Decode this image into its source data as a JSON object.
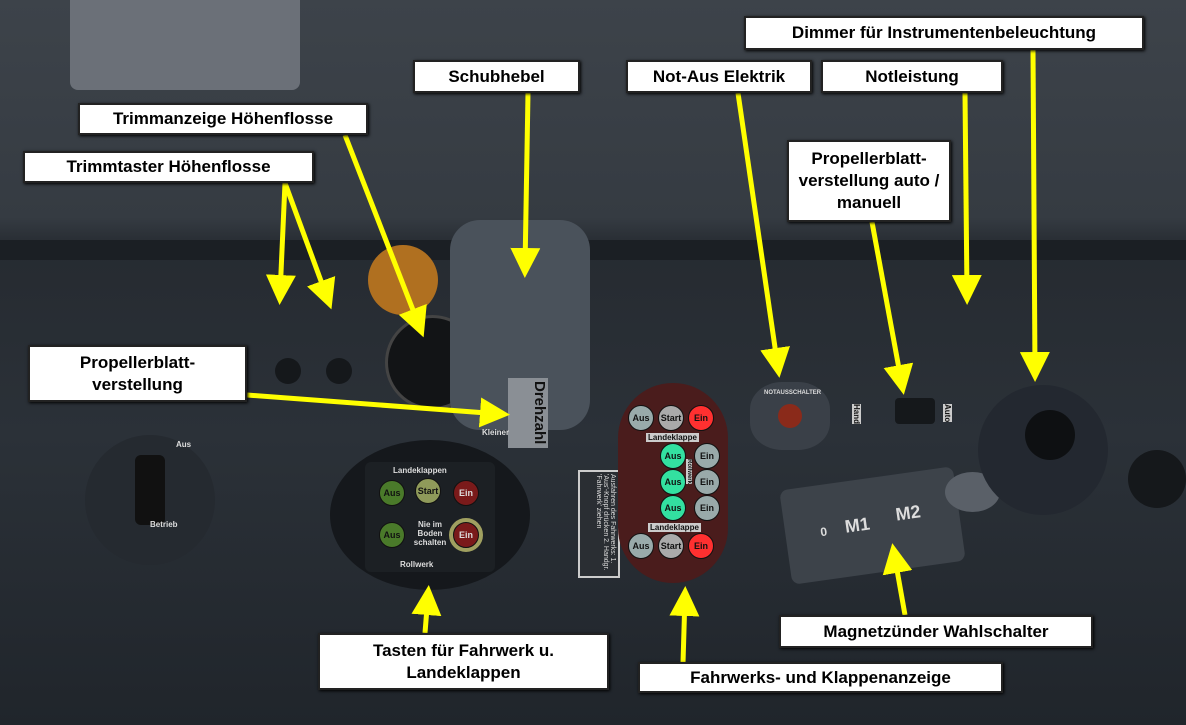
{
  "labels": {
    "dimmer": "Dimmer für Instrumentenbeleuchtung",
    "notleistung": "Notleistung",
    "not_aus": "Not-Aus Elektrik",
    "schubhebel": "Schubhebel",
    "trimmanzeige": "Trimmanzeige Höhenflosse",
    "trimmtaster": "Trimmtaster Höhenflosse",
    "prop_auto": "Propellerblatt-verstellung auto / manuell",
    "prop": "Propellerblatt-verstellung",
    "tasten": "Tasten für Fahrwerk u. Landeklappen",
    "anzeige": "Fahrwerks- und Klappenanzeige",
    "magnet": "Magnetzünder Wahlschalter"
  },
  "panel_left": {
    "title": "Landeklappen",
    "aus": "Aus",
    "start": "Start",
    "ein": "Ein",
    "aus2": "Aus",
    "warn": "Nie im Boden schalten",
    "ein2": "Ein",
    "footer": "Rollwerk"
  },
  "panel_indicator": {
    "aus": "Aus",
    "start": "Start",
    "ein": "Ein",
    "landeklappe": "Landeklappe",
    "rollwerk": "Rollwerk",
    "a1": "Aus",
    "a2": "Aus",
    "a3": "Aus",
    "e1": "Ein",
    "e2": "Ein",
    "e3": "Ein",
    "landeklappe2": "Landeklappe",
    "aus_b": "Aus",
    "start_b": "Start",
    "ein_b": "Ein"
  },
  "placard": "Ausfahren des Fahrwerks: 1. 'Aus'-Knopf drücken 2. Handgr. 'Fahrwerk' ziehen",
  "throttle_text": "Drehzahl",
  "throttle_sub": "Kleiner",
  "prop_switch": {
    "hand": "Hand",
    "auto": "Auto"
  },
  "magneto": {
    "m1": "M1",
    "m2": "M2",
    "zero": "0"
  },
  "ignition": {
    "aus": "Aus",
    "betrieb": "Betrieb"
  },
  "not_aus_plate": "NOTAUSSCHALTER",
  "colors": {
    "arrow": "#ffff00",
    "green": "#33e0a0",
    "red": "#ff3030"
  }
}
